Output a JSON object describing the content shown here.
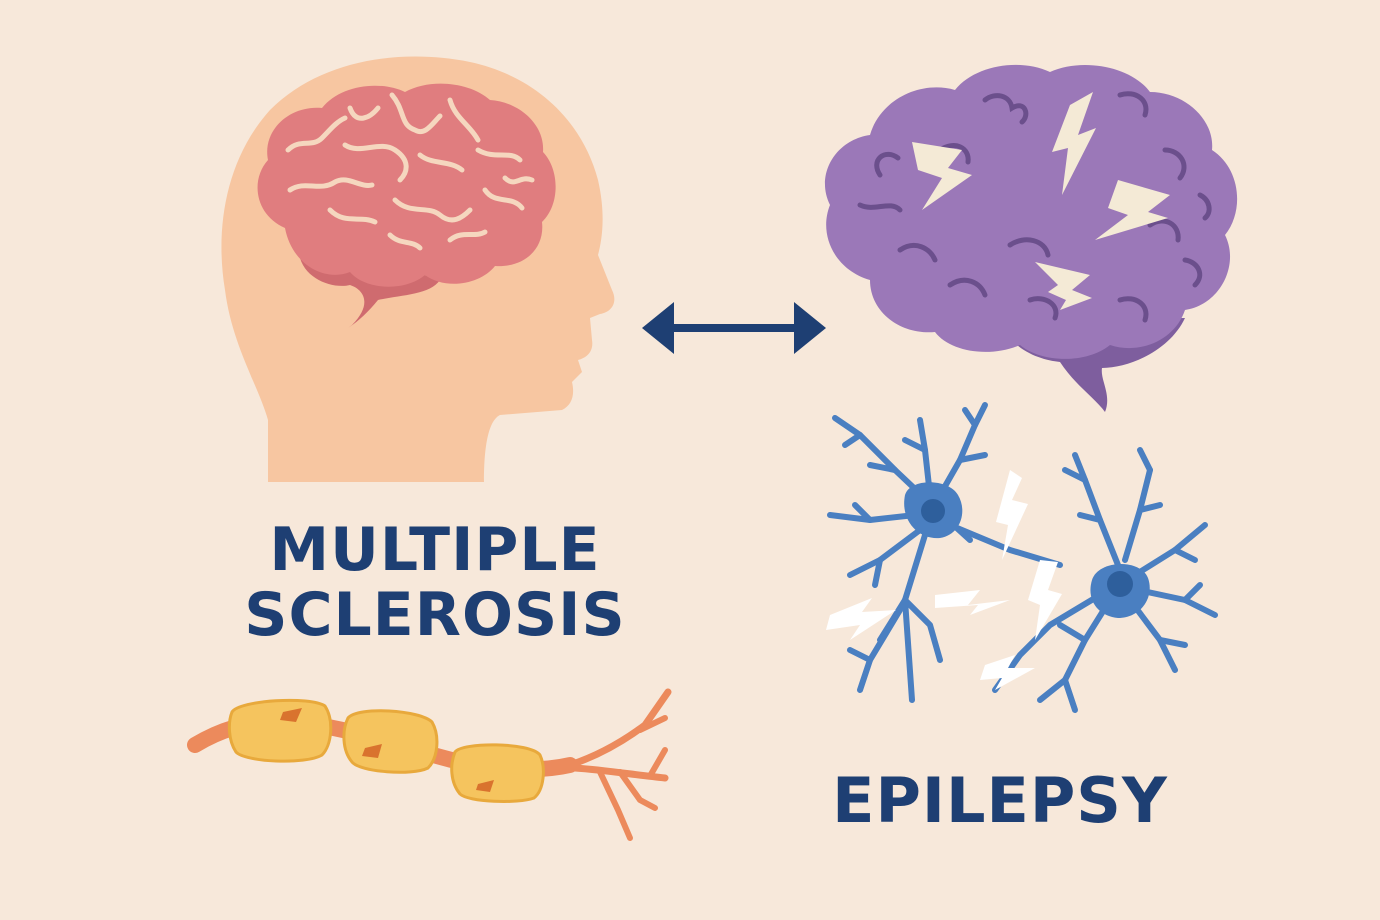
{
  "left_condition": {
    "title_line1": "MULTIPLE",
    "title_line2": "SCLEROSIS",
    "icons": [
      "head-silhouette-icon",
      "brain-icon",
      "demyelinated-nerve-fiber-icon"
    ]
  },
  "right_condition": {
    "title": "EPILEPSY",
    "icons": [
      "brain-with-lightning-icon",
      "neurons-with-electrical-discharge-icon"
    ]
  },
  "connector": {
    "icon": "double-headed-arrow-icon"
  },
  "colors": {
    "background": "#f7e8da",
    "text": "#1e3f73",
    "head": "#f7c6a1",
    "ms_brain": "#e07d7f",
    "epilepsy_brain": "#9b78b8",
    "neuron": "#4a7fc1",
    "myelin": "#f5c45e",
    "axon": "#ec8a5c"
  }
}
